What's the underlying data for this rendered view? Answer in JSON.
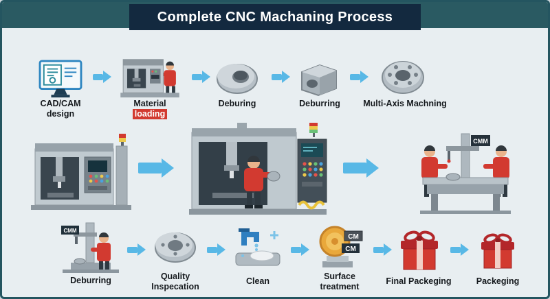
{
  "header": {
    "title": "Complete CNC Machaning Process"
  },
  "row1": {
    "steps": [
      {
        "line1": "CAD/CAM",
        "line2": "design"
      },
      {
        "line1": "Material",
        "line2": "loading"
      },
      {
        "line1": "Deburing"
      },
      {
        "line1": "Deburring"
      },
      {
        "line1": "Multi-Axis Machning"
      }
    ]
  },
  "row2": {
    "cmm_screen": "CMM"
  },
  "row3": {
    "steps": [
      {
        "line1": "Deburring",
        "badge": "CMM"
      },
      {
        "line1": "Quality",
        "line2": "Inspecation"
      },
      {
        "line1": "Clean"
      },
      {
        "line1": "Surface",
        "line2": "treatment",
        "badge1": "CM",
        "badge2": "CM"
      },
      {
        "line1": "Final Packeging"
      },
      {
        "line1": "Packeging"
      }
    ]
  },
  "colors": {
    "arrow": "#58b8e6",
    "accent_red": "#d23a30",
    "banner_navy": "#13293f",
    "banner_teal": "#2a5a62",
    "gold": "#e9a83b",
    "background": "#e8eef1"
  }
}
